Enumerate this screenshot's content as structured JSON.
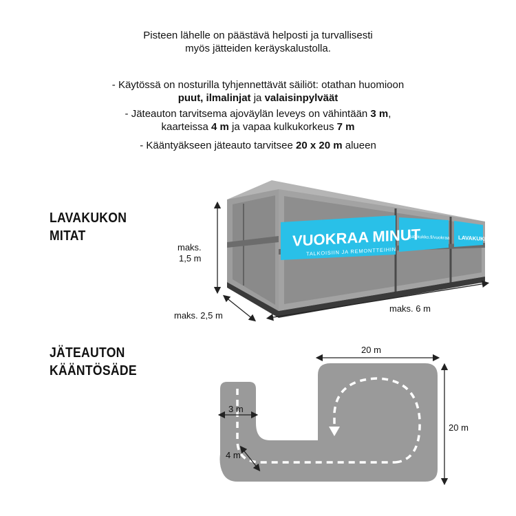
{
  "intro": {
    "line1": "Pisteen lähelle on päästävä helposti ja turvallisesti",
    "line2": "myös jätteiden keräyskalustolla.",
    "b1_pre": "- Käytössä on nosturilla tyhjennettävät säiliöt: otathan huomioon",
    "b1_bold1": "puut, ilmalinjat",
    "b1_mid": " ja ",
    "b1_bold2": "valaisinpylväät",
    "b2_pre": "- Jäteauton tarvitsema ajoväylän leveys on vähintään ",
    "b2_bold": "3 m",
    "b2_post": ",",
    "b3_pre": "kaarteissa ",
    "b3_bold1": "4 m",
    "b3_mid": " ja vapaa kulkukorkeus ",
    "b3_bold2": "7 m",
    "b4_pre": "- Kääntyäkseen jäteauto tarvitsee ",
    "b4_bold": "20 x 20 m",
    "b4_post": " alueen"
  },
  "container_section": {
    "heading_line1": "LAVAKUKON",
    "heading_line2": "MITAT",
    "height_label_1": "maks.",
    "height_label_2": "1,5 m",
    "width_label": "maks. 2,5 m",
    "length_label": "maks. 6 m",
    "banner_title": "VUOKRAA MINUT",
    "banner_subtitle": "TALKOISIIN JA REMONTTEIHIN",
    "banner2_text": "jatekukko.fi/vuokraa",
    "banner3_text": "LAVAKUKKO"
  },
  "turning_section": {
    "heading_line1": "JÄTEAUTON",
    "heading_line2": "KÄÄNTÖSÄDE",
    "top_width_label": "20 m",
    "side_height_label": "20 m",
    "lane_width_label": "3 m",
    "curve_width_label": "4 m"
  },
  "colors": {
    "container_front": "#8c8c8c",
    "container_frame": "#a6a6a6",
    "container_dark": "#3c3c3c",
    "banner": "#29c0e8",
    "road": "#9a9a9a",
    "dash": "#ffffff"
  }
}
